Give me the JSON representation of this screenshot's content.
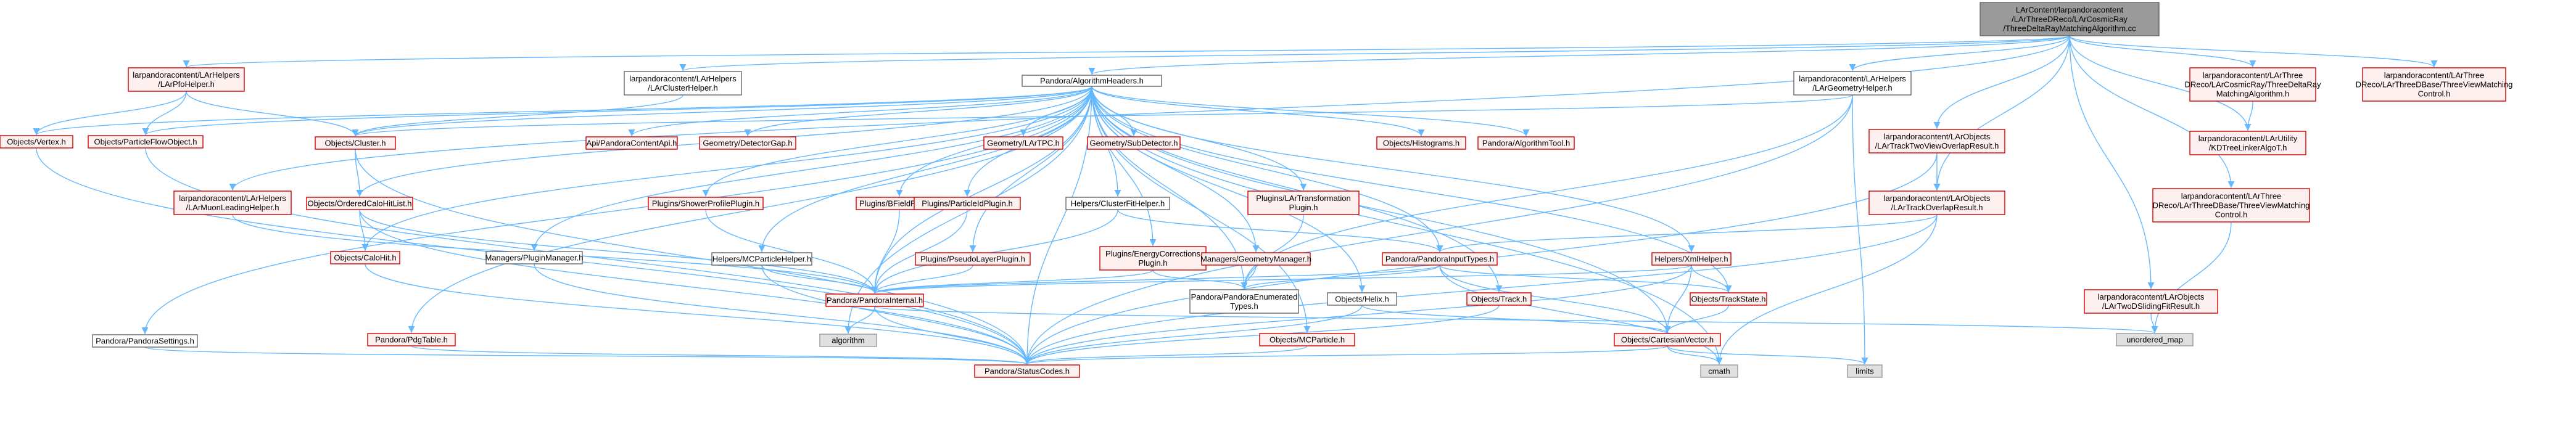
{
  "diagram": {
    "title": "",
    "root": "root",
    "colors": {
      "root_fill": "#9a9a9a",
      "root_stroke": "#666666",
      "linked_fill": "#ffffff",
      "linked_stroke": "#666666",
      "missing_fill": "#fff0f0",
      "missing_stroke": "#cc0000",
      "system_fill": "#e0e0e0",
      "system_stroke": "#999999",
      "edge": "#63b8ff"
    },
    "nodes": [
      {
        "id": "root",
        "kind": "root",
        "lines": [
          "LArContent/larpandoracontent",
          "/LArThreeDReco/LArCosmicRay",
          "/ThreeDeltaRayMatchingAlgorithm.cc"
        ]
      },
      {
        "id": "lar_pfo_helper",
        "kind": "missing",
        "lines": [
          "larpandoracontent/LArHelpers",
          "/LArPfoHelper.h"
        ]
      },
      {
        "id": "lar_cluster_helper",
        "kind": "linked",
        "lines": [
          "larpandoracontent/LArHelpers",
          "/LArClusterHelper.h"
        ]
      },
      {
        "id": "algorithm_headers",
        "kind": "linked",
        "lines": [
          "Pandora/AlgorithmHeaders.h"
        ]
      },
      {
        "id": "lar_geometry_helper",
        "kind": "linked",
        "lines": [
          "larpandoracontent/LArHelpers",
          "/LArGeometryHelper.h"
        ]
      },
      {
        "id": "delta_ray_matching_h",
        "kind": "missing",
        "lines": [
          "larpandoracontent/LArThree",
          "DReco/LArCosmicRay/ThreeDeltaRay",
          "MatchingAlgorithm.h"
        ]
      },
      {
        "id": "three_view_matching_control",
        "kind": "missing",
        "lines": [
          "larpandoracontent/LArThree",
          "DReco/LArThreeDBase/ThreeViewMatching",
          "Control.h"
        ]
      },
      {
        "id": "objects_vertex",
        "kind": "missing",
        "lines": [
          "Objects/Vertex.h"
        ]
      },
      {
        "id": "objects_pfo",
        "kind": "missing",
        "lines": [
          "Objects/ParticleFlowObject.h"
        ]
      },
      {
        "id": "objects_cluster",
        "kind": "missing",
        "lines": [
          "Objects/Cluster.h"
        ]
      },
      {
        "id": "api_content",
        "kind": "missing",
        "lines": [
          "Api/PandoraContentApi.h"
        ]
      },
      {
        "id": "geometry_detector_gap",
        "kind": "missing",
        "lines": [
          "Geometry/DetectorGap.h"
        ]
      },
      {
        "id": "geometry_lartpc",
        "kind": "missing",
        "lines": [
          "Geometry/LArTPC.h"
        ]
      },
      {
        "id": "geometry_subdetector",
        "kind": "missing",
        "lines": [
          "Geometry/SubDetector.h"
        ]
      },
      {
        "id": "objects_histograms",
        "kind": "missing",
        "lines": [
          "Objects/Histograms.h"
        ]
      },
      {
        "id": "algorithm_tool",
        "kind": "missing",
        "lines": [
          "Pandora/AlgorithmTool.h"
        ]
      },
      {
        "id": "two_view_overlap_result",
        "kind": "missing",
        "lines": [
          "larpandoracontent/LArObjects",
          "/LArTrackTwoViewOverlapResult.h"
        ]
      },
      {
        "id": "kd_tree_linker",
        "kind": "missing",
        "lines": [
          "larpandoracontent/LArUtility",
          "/KDTreeLinkerAlgoT.h"
        ]
      },
      {
        "id": "muon_leading_helper",
        "kind": "missing",
        "lines": [
          "larpandoracontent/LArHelpers",
          "/LArMuonLeadingHelper.h"
        ]
      },
      {
        "id": "ordered_calohit_list",
        "kind": "missing",
        "lines": [
          "Objects/OrderedCaloHitList.h"
        ]
      },
      {
        "id": "shower_profile_plugin",
        "kind": "missing",
        "lines": [
          "Plugins/ShowerProfilePlugin.h"
        ]
      },
      {
        "id": "bfield_plugin",
        "kind": "missing",
        "lines": [
          "Plugins/BFieldPlugin.h"
        ]
      },
      {
        "id": "particle_id_plugin",
        "kind": "missing",
        "lines": [
          "Plugins/ParticleIdPlugin.h"
        ]
      },
      {
        "id": "cluster_fit_helper",
        "kind": "linked",
        "lines": [
          "Helpers/ClusterFitHelper.h"
        ]
      },
      {
        "id": "transformation_plugin",
        "kind": "missing",
        "lines": [
          "Plugins/LArTransformation",
          "Plugin.h"
        ]
      },
      {
        "id": "track_overlap_result",
        "kind": "missing",
        "lines": [
          "larpandoracontent/LArObjects",
          "/LArTrackOverlapResult.h"
        ]
      },
      {
        "id": "three_d_base_control",
        "kind": "missing",
        "lines": [
          "larpandoracontent/LArThree",
          "DReco/LArThreeDBase/ThreeViewMatching",
          "Control.h"
        ]
      },
      {
        "id": "objects_calohit",
        "kind": "missing",
        "lines": [
          "Objects/CaloHit.h"
        ]
      },
      {
        "id": "plugin_manager",
        "kind": "linked",
        "lines": [
          "Managers/PluginManager.h"
        ]
      },
      {
        "id": "mc_particle_helper",
        "kind": "linked",
        "lines": [
          "Helpers/MCParticleHelper.h"
        ]
      },
      {
        "id": "pseudo_layer_plugin",
        "kind": "missing",
        "lines": [
          "Plugins/PseudoLayerPlugin.h"
        ]
      },
      {
        "id": "energy_corrections_plugin",
        "kind": "missing",
        "lines": [
          "Plugins/EnergyCorrections",
          "Plugin.h"
        ]
      },
      {
        "id": "geometry_manager",
        "kind": "missing",
        "lines": [
          "Managers/GeometryManager.h"
        ]
      },
      {
        "id": "pandora_input_types",
        "kind": "missing",
        "lines": [
          "Pandora/PandoraInputTypes.h"
        ]
      },
      {
        "id": "xml_helper",
        "kind": "missing",
        "lines": [
          "Helpers/XmlHelper.h"
        ]
      },
      {
        "id": "pandora_internal",
        "kind": "missing",
        "lines": [
          "Pandora/PandoraInternal.h"
        ]
      },
      {
        "id": "enumerated_types",
        "kind": "linked",
        "lines": [
          "Pandora/PandoraEnumerated",
          "Types.h"
        ]
      },
      {
        "id": "objects_helix",
        "kind": "linked",
        "lines": [
          "Objects/Helix.h"
        ]
      },
      {
        "id": "objects_track",
        "kind": "missing",
        "lines": [
          "Objects/Track.h"
        ]
      },
      {
        "id": "objects_track_state",
        "kind": "missing",
        "lines": [
          "Objects/TrackState.h"
        ]
      },
      {
        "id": "two_d_sliding_fit",
        "kind": "missing",
        "lines": [
          "larpandoracontent/LArObjects",
          "/LArTwoDSlidingFitResult.h"
        ]
      },
      {
        "id": "pandora_settings",
        "kind": "linked",
        "lines": [
          "Pandora/PandoraSettings.h"
        ]
      },
      {
        "id": "pdg_table",
        "kind": "missing",
        "lines": [
          "Pandora/PdgTable.h"
        ]
      },
      {
        "id": "algorithm_sys",
        "kind": "system",
        "lines": [
          "algorithm"
        ]
      },
      {
        "id": "objects_mc_particle",
        "kind": "missing",
        "lines": [
          "Objects/MCParticle.h"
        ]
      },
      {
        "id": "cartesian_vector",
        "kind": "missing",
        "lines": [
          "Objects/CartesianVector.h"
        ]
      },
      {
        "id": "unordered_map",
        "kind": "system",
        "lines": [
          "unordered_map"
        ]
      },
      {
        "id": "status_codes",
        "kind": "missing",
        "lines": [
          "Pandora/StatusCodes.h"
        ]
      },
      {
        "id": "cmath",
        "kind": "system",
        "lines": [
          "cmath"
        ]
      },
      {
        "id": "limits",
        "kind": "system",
        "lines": [
          "limits"
        ]
      }
    ],
    "edges": [
      [
        "root",
        "lar_pfo_helper"
      ],
      [
        "root",
        "lar_cluster_helper"
      ],
      [
        "root",
        "algorithm_headers"
      ],
      [
        "root",
        "lar_geometry_helper"
      ],
      [
        "root",
        "delta_ray_matching_h"
      ],
      [
        "root",
        "three_view_matching_control"
      ],
      [
        "root",
        "muon_leading_helper"
      ],
      [
        "root",
        "two_view_overlap_result"
      ],
      [
        "root",
        "track_overlap_result"
      ],
      [
        "root",
        "three_d_base_control"
      ],
      [
        "root",
        "kd_tree_linker"
      ],
      [
        "root",
        "two_d_sliding_fit"
      ],
      [
        "lar_pfo_helper",
        "objects_vertex"
      ],
      [
        "lar_pfo_helper",
        "objects_pfo"
      ],
      [
        "lar_pfo_helper",
        "objects_cluster"
      ],
      [
        "lar_cluster_helper",
        "objects_cluster"
      ],
      [
        "algorithm_headers",
        "objects_vertex"
      ],
      [
        "algorithm_headers",
        "objects_pfo"
      ],
      [
        "algorithm_headers",
        "objects_cluster"
      ],
      [
        "algorithm_headers",
        "api_content"
      ],
      [
        "algorithm_headers",
        "geometry_detector_gap"
      ],
      [
        "algorithm_headers",
        "geometry_lartpc"
      ],
      [
        "algorithm_headers",
        "geometry_subdetector"
      ],
      [
        "algorithm_headers",
        "objects_histograms"
      ],
      [
        "algorithm_headers",
        "algorithm_tool"
      ],
      [
        "algorithm_headers",
        "ordered_calohit_list"
      ],
      [
        "algorithm_headers",
        "shower_profile_plugin"
      ],
      [
        "algorithm_headers",
        "bfield_plugin"
      ],
      [
        "algorithm_headers",
        "particle_id_plugin"
      ],
      [
        "algorithm_headers",
        "cluster_fit_helper"
      ],
      [
        "algorithm_headers",
        "transformation_plugin"
      ],
      [
        "algorithm_headers",
        "objects_calohit"
      ],
      [
        "algorithm_headers",
        "plugin_manager"
      ],
      [
        "algorithm_headers",
        "mc_particle_helper"
      ],
      [
        "algorithm_headers",
        "pseudo_layer_plugin"
      ],
      [
        "algorithm_headers",
        "energy_corrections_plugin"
      ],
      [
        "algorithm_headers",
        "geometry_manager"
      ],
      [
        "algorithm_headers",
        "pandora_input_types"
      ],
      [
        "algorithm_headers",
        "xml_helper"
      ],
      [
        "algorithm_headers",
        "pandora_internal"
      ],
      [
        "algorithm_headers",
        "enumerated_types"
      ],
      [
        "algorithm_headers",
        "objects_helix"
      ],
      [
        "algorithm_headers",
        "objects_track"
      ],
      [
        "algorithm_headers",
        "objects_track_state"
      ],
      [
        "algorithm_headers",
        "pandora_settings"
      ],
      [
        "algorithm_headers",
        "pdg_table"
      ],
      [
        "algorithm_headers",
        "algorithm_sys"
      ],
      [
        "algorithm_headers",
        "objects_mc_particle"
      ],
      [
        "algorithm_headers",
        "cartesian_vector"
      ],
      [
        "algorithm_headers",
        "status_codes"
      ],
      [
        "algorithm_headers",
        "cmath"
      ],
      [
        "lar_geometry_helper",
        "objects_cluster"
      ],
      [
        "lar_geometry_helper",
        "enumerated_types"
      ],
      [
        "lar_geometry_helper",
        "status_codes"
      ],
      [
        "lar_geometry_helper",
        "limits"
      ],
      [
        "delta_ray_matching_h",
        "kd_tree_linker"
      ],
      [
        "three_d_base_control",
        "unordered_map"
      ],
      [
        "two_view_overlap_result",
        "track_overlap_result"
      ],
      [
        "two_view_overlap_result",
        "status_codes"
      ],
      [
        "track_overlap_result",
        "pandora_input_types"
      ],
      [
        "track_overlap_result",
        "status_codes"
      ],
      [
        "track_overlap_result",
        "cmath"
      ],
      [
        "objects_vertex",
        "status_codes"
      ],
      [
        "objects_pfo",
        "status_codes"
      ],
      [
        "objects_cluster",
        "ordered_calohit_list"
      ],
      [
        "objects_cluster",
        "status_codes"
      ],
      [
        "muon_leading_helper",
        "pandora_internal"
      ],
      [
        "ordered_calohit_list",
        "objects_calohit"
      ],
      [
        "ordered_calohit_list",
        "pandora_internal"
      ],
      [
        "ordered_calohit_list",
        "status_codes"
      ],
      [
        "shower_profile_plugin",
        "pandora_internal"
      ],
      [
        "bfield_plugin",
        "pandora_internal"
      ],
      [
        "particle_id_plugin",
        "pandora_internal"
      ],
      [
        "pseudo_layer_plugin",
        "pandora_internal"
      ],
      [
        "cluster_fit_helper",
        "pandora_input_types"
      ],
      [
        "cluster_fit_helper",
        "pandora_internal"
      ],
      [
        "transformation_plugin",
        "enumerated_types"
      ],
      [
        "energy_corrections_plugin",
        "pandora_internal"
      ],
      [
        "energy_corrections_plugin",
        "enumerated_types"
      ],
      [
        "geometry_manager",
        "enumerated_types"
      ],
      [
        "objects_calohit",
        "status_codes"
      ],
      [
        "plugin_manager",
        "status_codes"
      ],
      [
        "mc_particle_helper",
        "pandora_internal"
      ],
      [
        "mc_particle_helper",
        "status_codes"
      ],
      [
        "pandora_input_types",
        "enumerated_types"
      ],
      [
        "pandora_input_types",
        "objects_track_state"
      ],
      [
        "pandora_input_types",
        "cartesian_vector"
      ],
      [
        "pandora_input_types",
        "pandora_internal"
      ],
      [
        "pandora_input_types",
        "cmath"
      ],
      [
        "xml_helper",
        "pandora_internal"
      ],
      [
        "xml_helper",
        "objects_track_state"
      ],
      [
        "xml_helper",
        "cartesian_vector"
      ],
      [
        "xml_helper",
        "status_codes"
      ],
      [
        "pandora_internal",
        "algorithm_sys"
      ],
      [
        "pandora_internal",
        "unordered_map"
      ],
      [
        "pandora_internal",
        "status_codes"
      ],
      [
        "objects_helix",
        "cartesian_vector"
      ],
      [
        "objects_helix",
        "status_codes"
      ],
      [
        "objects_track",
        "status_codes"
      ],
      [
        "objects_track_state",
        "cartesian_vector"
      ],
      [
        "two_d_sliding_fit",
        "unordered_map"
      ],
      [
        "pandora_settings",
        "status_codes"
      ],
      [
        "pdg_table",
        "status_codes"
      ],
      [
        "objects_mc_particle",
        "status_codes"
      ],
      [
        "cartesian_vector",
        "cmath"
      ],
      [
        "cartesian_vector",
        "limits"
      ],
      [
        "cartesian_vector",
        "status_codes"
      ]
    ]
  }
}
